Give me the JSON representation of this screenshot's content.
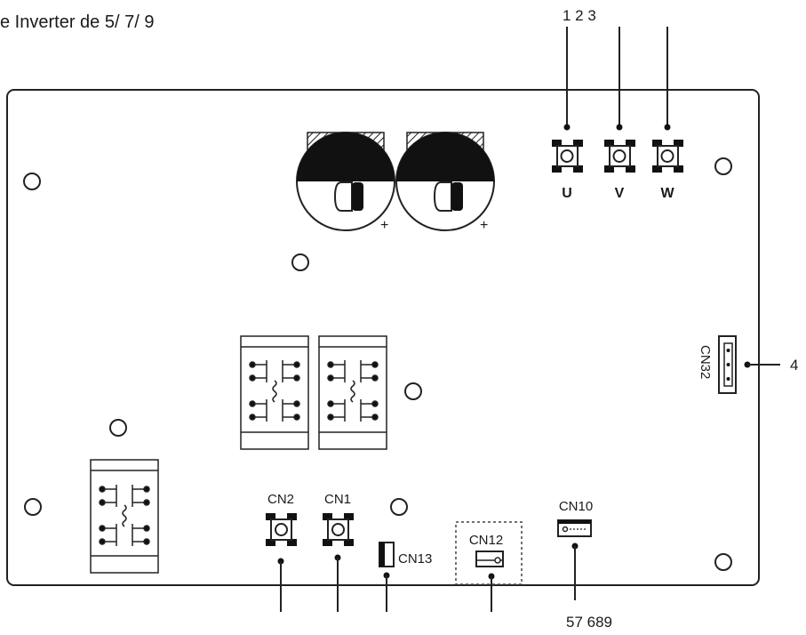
{
  "title": "e Inverter de 5/ 7/ 9",
  "callouts": {
    "top": "1 2 3",
    "right": "4",
    "bottom": "57 689"
  },
  "phase_terminals": [
    "U",
    "V",
    "W"
  ],
  "connectors": {
    "cn1": "CN1",
    "cn2": "CN2",
    "cn10": "CN10",
    "cn12": "CN12",
    "cn13": "CN13",
    "cn32": "CN32"
  },
  "capacitor_polarity": "+"
}
